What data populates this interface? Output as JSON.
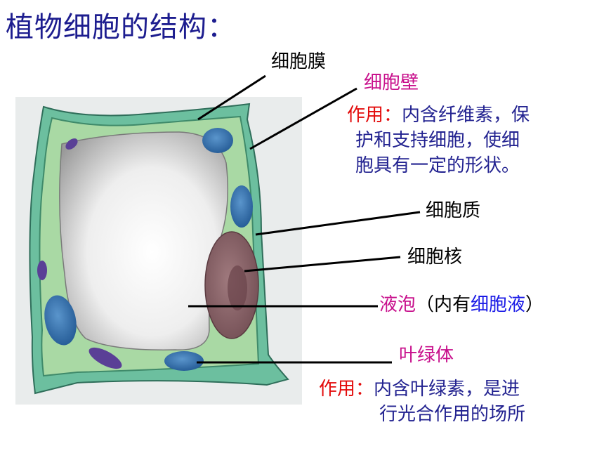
{
  "title": "植物细胞的结构：",
  "labels": {
    "membrane": "细胞膜",
    "wall": "细胞壁",
    "wall_func_prefix": "作用：",
    "wall_func_line1": "内含纤维素，保",
    "wall_func_line2": "护和支持细胞，使细",
    "wall_func_line3": "胞具有一定的形状。",
    "cytoplasm": "细胞质",
    "nucleus": "细胞核",
    "vacuole": "液泡",
    "vacuole_open": "（内有",
    "cell_sap": "细胞液",
    "vacuole_close": "）",
    "chloroplast": "叶绿体",
    "chloro_func_prefix": "作用：",
    "chloro_func_line1": "内含叶绿素，是进",
    "chloro_func_line2": "行光合作用的场所"
  },
  "colors": {
    "title": "#1d1d8f",
    "accent_magenta": "#c8108c",
    "function_red": "#e30b0b",
    "description_navy": "#222290",
    "sap_blue": "#1a1ae6",
    "cell_wall": "#8fd0b6",
    "cytoplasm": "#9bd39c",
    "vacuole": "#f4f4f4",
    "chloroplast": "#3a73b0",
    "nucleus": "#8a5a60"
  }
}
